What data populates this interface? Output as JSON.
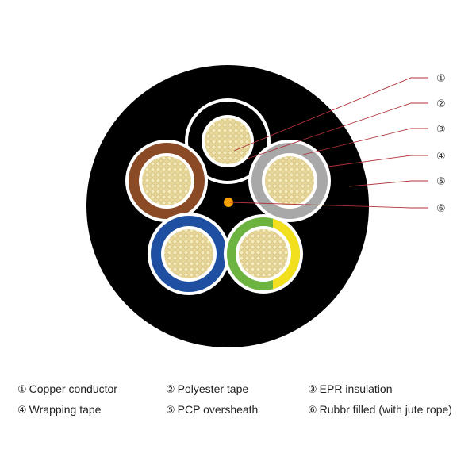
{
  "callouts": [
    {
      "num": "①",
      "label": "Copper conductor"
    },
    {
      "num": "②",
      "label": "Polyester tape"
    },
    {
      "num": "③",
      "label": "EPR insulation"
    },
    {
      "num": "④",
      "label": "Wrapping tape"
    },
    {
      "num": "⑤",
      "label": "PCP oversheath"
    },
    {
      "num": "⑥",
      "label": "Rubbr filled (with jute rope)"
    }
  ],
  "colors": {
    "sheath": "#000000",
    "tape": "#ffffff",
    "copper": "#e8d79a",
    "leader": "#b0303a",
    "filler": "#f5a000",
    "core_brown": "#8a4a26",
    "core_grey": "#a8a8a8",
    "core_blue": "#1f4fa0",
    "core_green": "#6db33f",
    "core_yellow": "#f2e01f"
  },
  "cores": [
    {
      "id": "top",
      "color": "black"
    },
    {
      "id": "left",
      "color": "brown"
    },
    {
      "id": "right",
      "color": "grey"
    },
    {
      "id": "bottom-left",
      "color": "blue"
    },
    {
      "id": "bottom-right",
      "color": "green-yellow"
    }
  ]
}
